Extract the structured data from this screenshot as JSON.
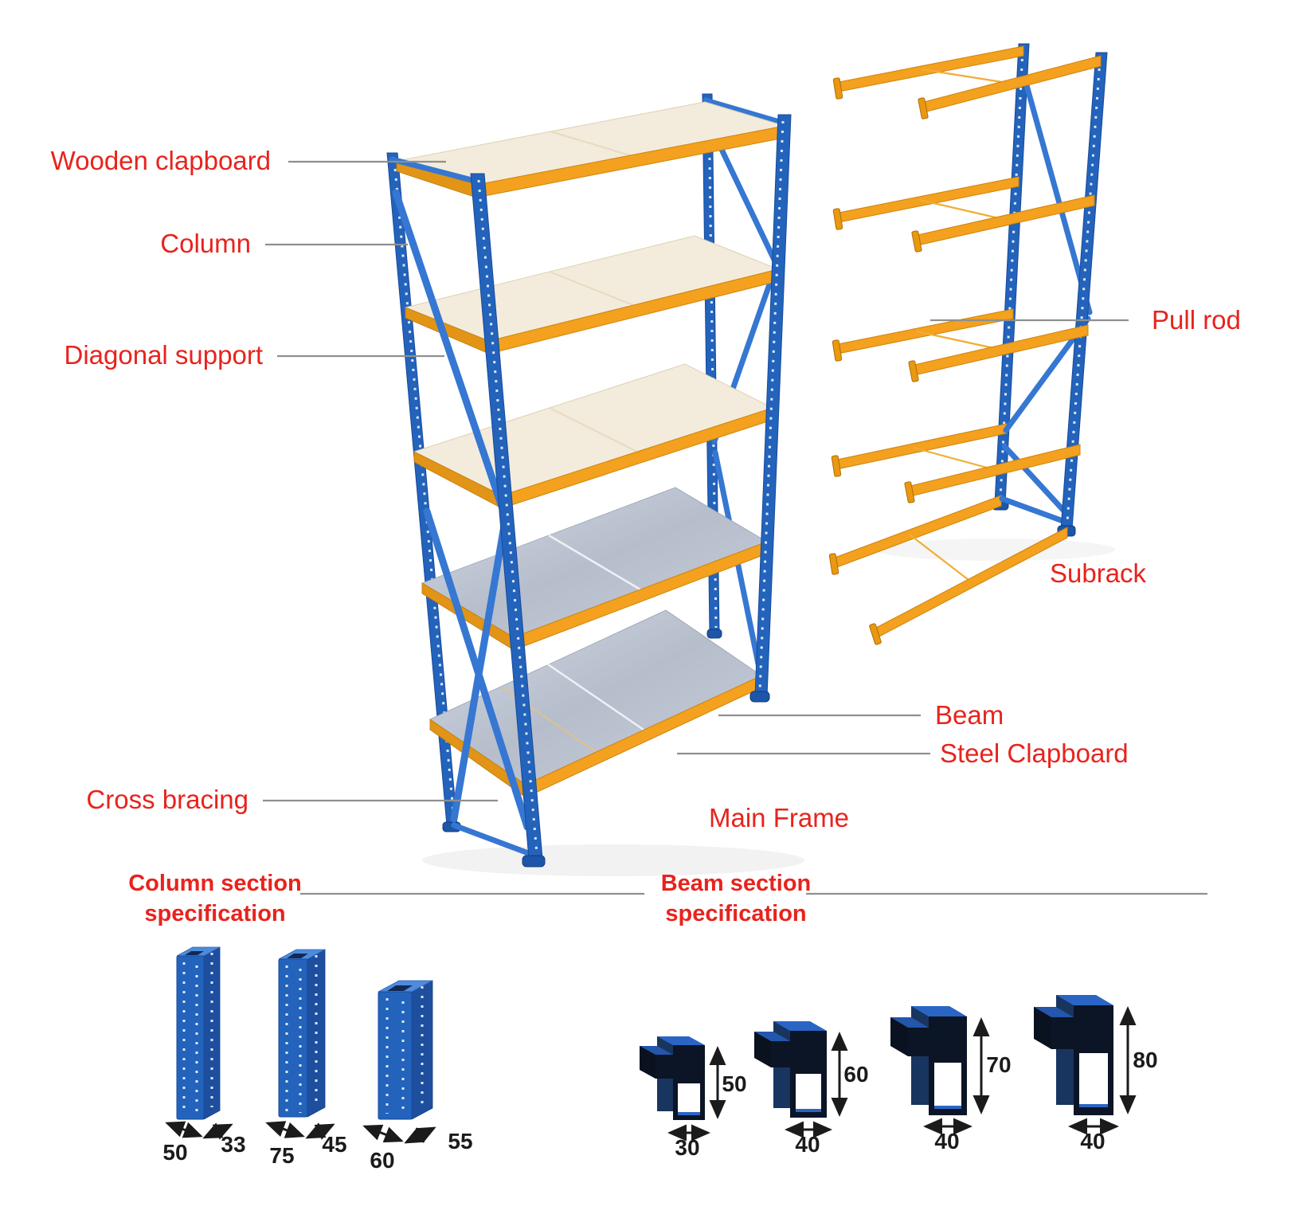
{
  "diagram": {
    "labels": {
      "wooden_clapboard": "Wooden clapboard",
      "column": "Column",
      "diagonal_support": "Diagonal support",
      "cross_bracing": "Cross bracing",
      "pull_rod": "Pull rod",
      "subrack": "Subrack",
      "beam": "Beam",
      "steel_clapboard": "Steel Clapboard",
      "main_frame": "Main Frame"
    },
    "sections": {
      "column_title": [
        "Column section",
        "specification"
      ],
      "beam_title": [
        "Beam section",
        "specification"
      ],
      "column_specs": [
        {
          "width": "50",
          "depth": "33"
        },
        {
          "width": "75",
          "depth": "45"
        },
        {
          "width": "60",
          "depth": "55"
        }
      ],
      "beam_specs": [
        {
          "width": "30",
          "height": "50"
        },
        {
          "width": "40",
          "height": "60"
        },
        {
          "width": "40",
          "height": "70"
        },
        {
          "width": "40",
          "height": "80"
        }
      ]
    },
    "colors": {
      "label_red": "#e8231d",
      "frame_blue": "#2363bb",
      "beam_orange": "#f3a11e",
      "wood_cream": "#f3ecdc",
      "steel_gray": "#c3cad6",
      "leader_gray": "#8f8f8f",
      "dimension_black": "#1b1b1b"
    }
  }
}
